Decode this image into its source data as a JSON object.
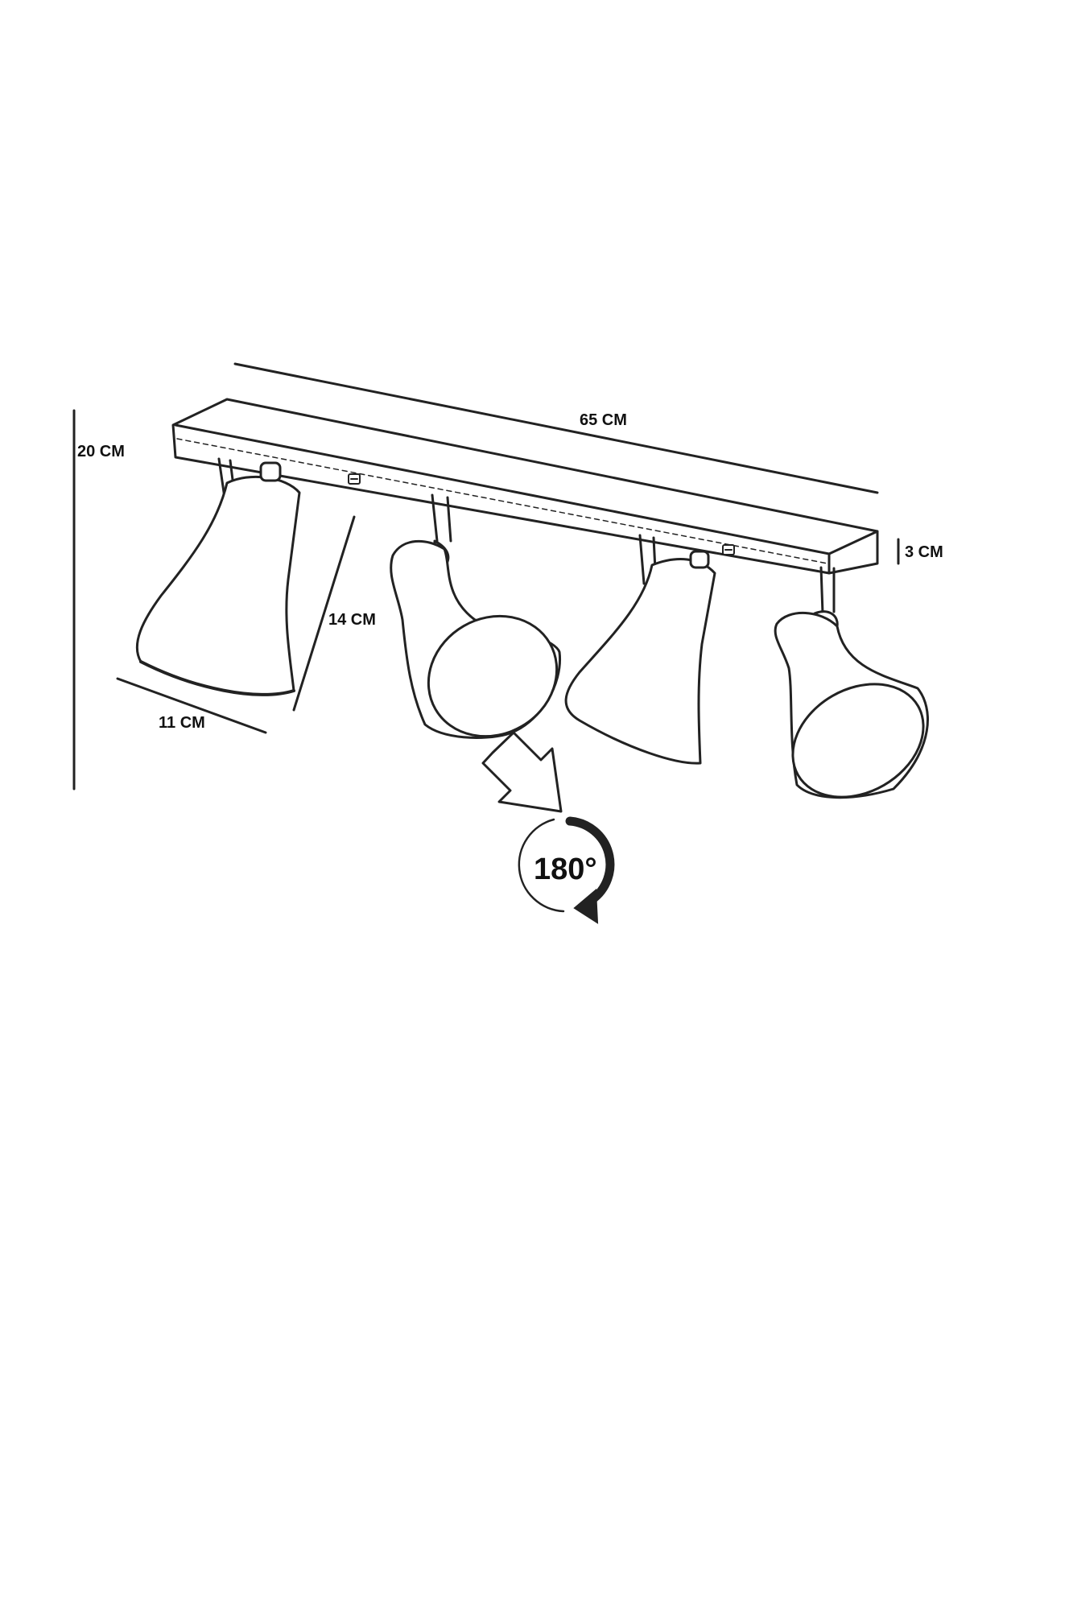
{
  "diagram": {
    "subject": "four-spot ceiling light bar",
    "dimensions": {
      "length": "65 CM",
      "height": "20 CM",
      "bar_thickness": "3 CM",
      "arm_length": "14 CM",
      "shade_diameter": "11 CM"
    },
    "rotation": {
      "label": "180°"
    },
    "colors": {
      "ink": "#222222",
      "background": "#ffffff"
    }
  }
}
